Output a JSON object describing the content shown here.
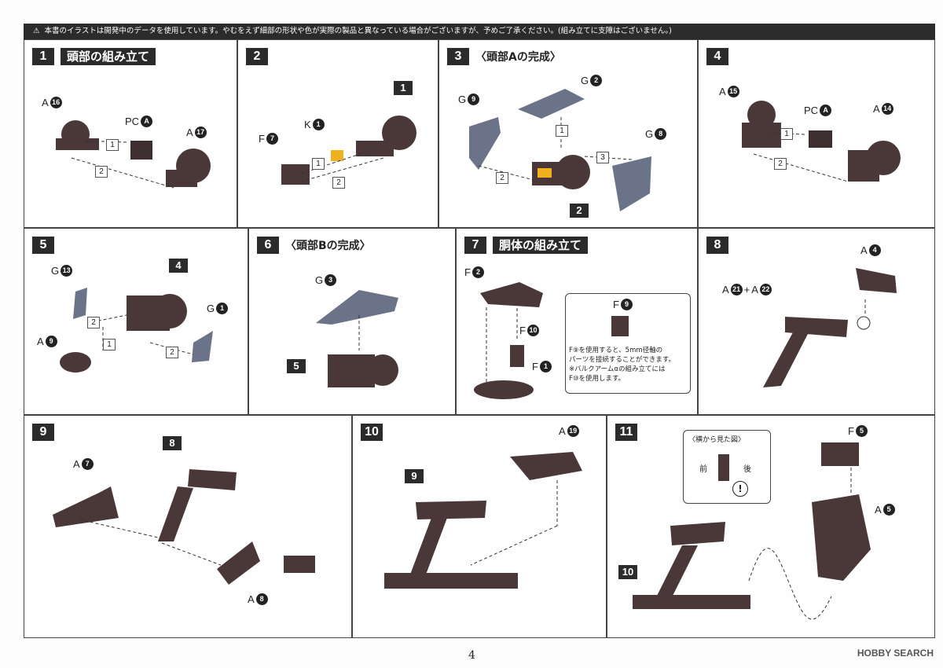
{
  "banner": {
    "text": "本書のイラストは開発中のデータを使用しています。やむをえず細部の形状や色が実際の製品と異なっている場合がございますが、予めご了承ください。(組み立てに支障はございません。)"
  },
  "steps": [
    {
      "num": "1",
      "title": "頭部の組み立て",
      "labels": [
        "A",
        "16",
        "PC",
        "A",
        "A",
        "17"
      ],
      "boxes": [
        "1",
        "2"
      ]
    },
    {
      "num": "2",
      "labels": [
        "K",
        "1",
        "F",
        "7"
      ],
      "target": "1",
      "boxes": [
        "1",
        "2"
      ]
    },
    {
      "num": "3",
      "title": "〈頭部Aの完成〉",
      "labels": [
        "G",
        "2",
        "G",
        "9",
        "G",
        "8"
      ],
      "target": "2",
      "boxes": [
        "1",
        "2",
        "3"
      ]
    },
    {
      "num": "4",
      "labels": [
        "A",
        "15",
        "PC",
        "A",
        "A",
        "14"
      ],
      "boxes": [
        "1",
        "2"
      ]
    },
    {
      "num": "5",
      "labels": [
        "G",
        "13",
        "G",
        "1",
        "A",
        "9"
      ],
      "target": "4",
      "boxes": [
        "2",
        "1",
        "2"
      ]
    },
    {
      "num": "6",
      "title": "〈頭部Bの完成〉",
      "labels": [
        "G",
        "3"
      ],
      "target": "5"
    },
    {
      "num": "7",
      "title": "胴体の組み立て",
      "labels": [
        "F",
        "2",
        "F",
        "10",
        "F",
        "1",
        "F",
        "9"
      ],
      "note": [
        "F⑨を使用すると、5mm径軸の",
        "パーツを接続することができます。",
        "※バルクアームαの組み立てには",
        "F⑩を使用します。"
      ]
    },
    {
      "num": "8",
      "labels": [
        "A",
        "4",
        "A",
        "21",
        "+",
        "A",
        "22"
      ]
    },
    {
      "num": "9",
      "labels": [
        "A",
        "7",
        "A",
        "8"
      ],
      "target": "8"
    },
    {
      "num": "10",
      "labels": [
        "A",
        "19"
      ],
      "target": "9"
    },
    {
      "num": "11",
      "labels": [
        "F",
        "5",
        "A",
        "5"
      ],
      "target": "10",
      "side_title": "〈横から見た図〉",
      "side_front": "前",
      "side_back": "後"
    }
  ],
  "footer": {
    "page": "4",
    "brand": "HOBBY SEARCH"
  },
  "colors": {
    "part": "#4a3838",
    "grey": "#6a7388",
    "accent": "#f0b020"
  }
}
